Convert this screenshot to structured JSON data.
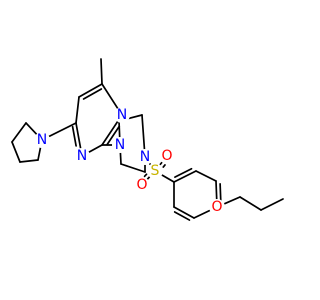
{
  "molecule": {
    "atom_labels": {
      "n_pyr_1": "N",
      "n_pyr_2": "N",
      "n_pyrrolidine": "N",
      "n_pip_1": "N",
      "n_pip_2": "N",
      "s_sulfonyl": "S",
      "o_sulfonyl_top": "O",
      "o_sulfonyl_bottom": "O",
      "o_ether": "O"
    },
    "colors": {
      "bond": "#000000",
      "nitrogen": "#0000ff",
      "oxygen": "#ff0000",
      "sulfur": "#c8b400"
    }
  }
}
